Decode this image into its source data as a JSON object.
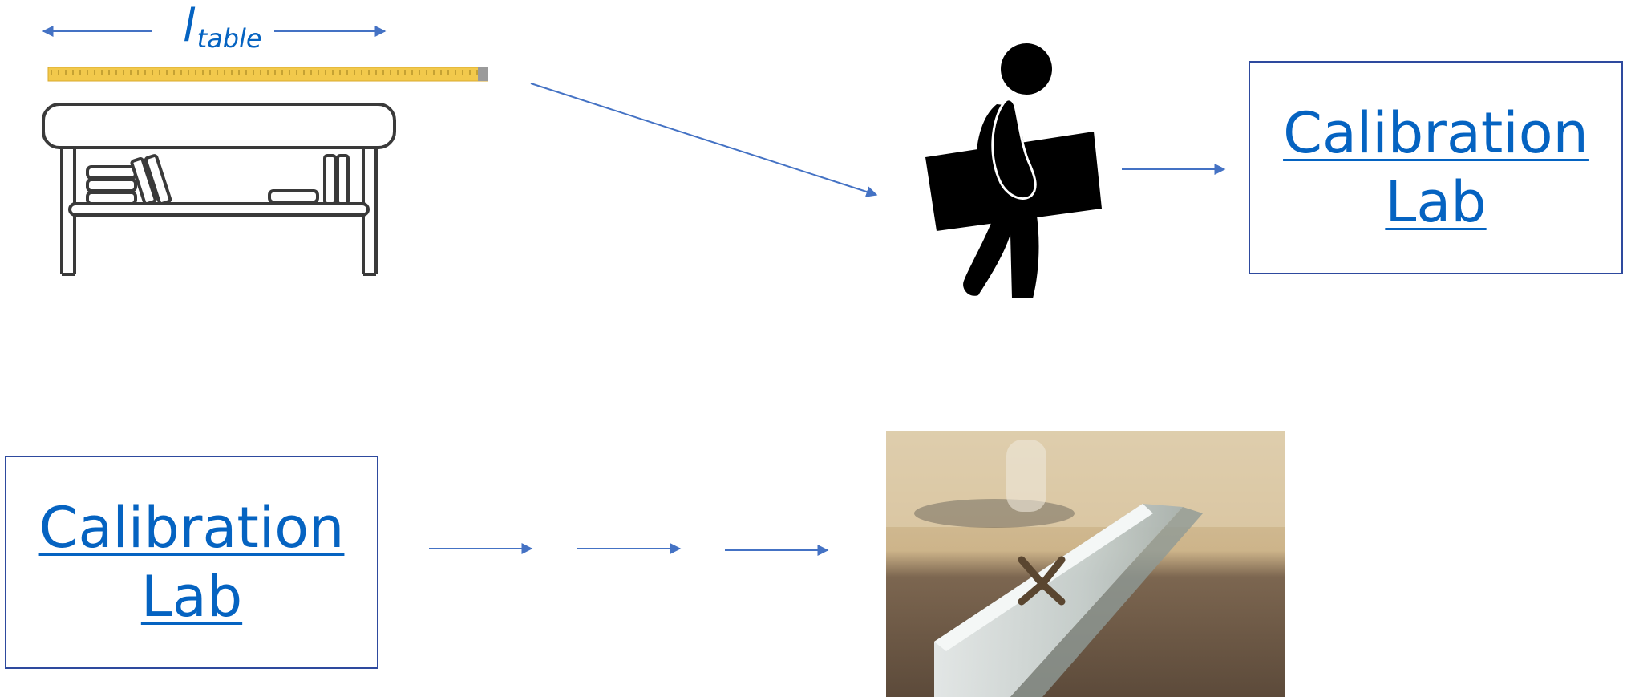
{
  "measurement_label": {
    "symbol": "l",
    "subscript": "table"
  },
  "lab_box_top": {
    "line1": "Calibration",
    "line2": "Lab"
  },
  "lab_box_bottom": {
    "line1": "Calibration",
    "line2": "Lab"
  },
  "colors": {
    "arrow": "#4472C4",
    "box_border": "#2E4A9E",
    "link_text": "#0563C1",
    "tape": "#F2C94C"
  },
  "icons": {
    "table": "table-with-books-icon",
    "tape": "measuring-tape-icon",
    "person": "person-carrying-box-icon",
    "photo": "glass-reference-bar-photo"
  }
}
